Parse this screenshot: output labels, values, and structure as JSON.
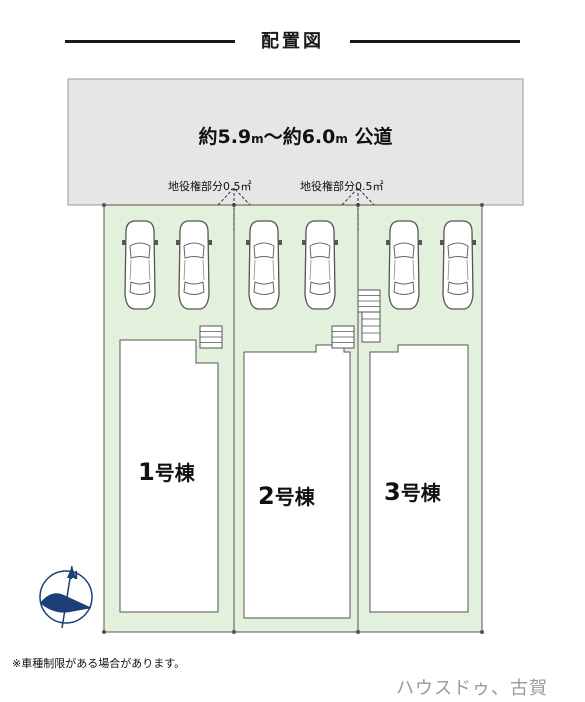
{
  "title": "配置図",
  "road": {
    "prefix1": "約",
    "width_min": "5.9",
    "unit1": "m",
    "separator": "〜",
    "prefix2": "約",
    "width_max": "6.0",
    "unit2": "m",
    "type": "公道"
  },
  "easements": [
    {
      "label": "地役権部分0.5㎡"
    },
    {
      "label": "地役権部分0.5㎡"
    }
  ],
  "buildings": [
    {
      "number": "1",
      "suffix": "号棟"
    },
    {
      "number": "2",
      "suffix": "号棟"
    },
    {
      "number": "3",
      "suffix": "号棟"
    }
  ],
  "compass": {
    "label": "N"
  },
  "note": "※車種制限がある場合があります。",
  "watermark": "ハウスドゥ、古賀",
  "colors": {
    "lot_fill": "#e3f0db",
    "road_fill": "#e6e6e6",
    "line": "#333333",
    "compass": "#1c3f7a"
  }
}
